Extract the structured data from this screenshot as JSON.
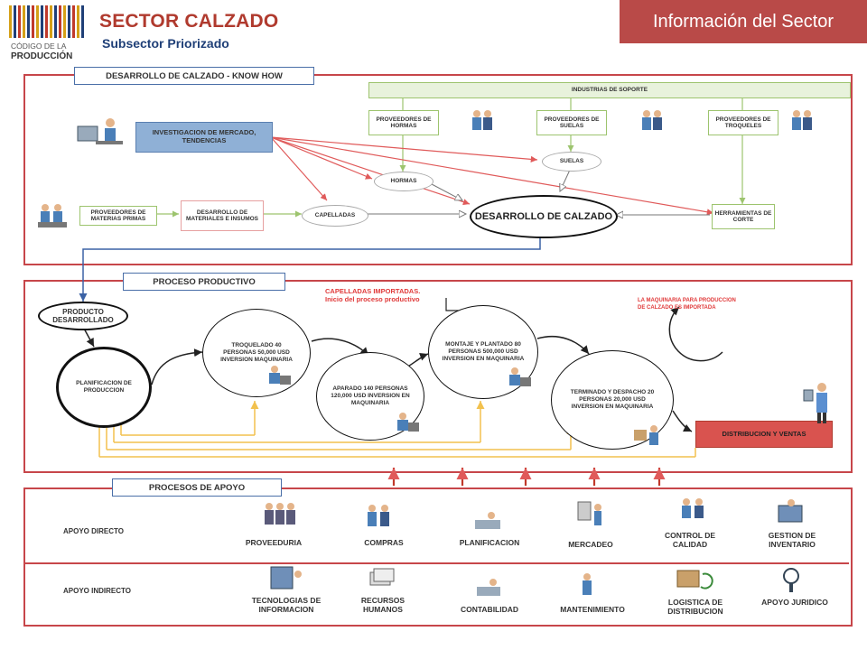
{
  "header": {
    "title": "SECTOR CALZADO",
    "subtitle": "Subsector Priorizado",
    "tab": "Información del Sector",
    "logo": {
      "line1": "CÓDIGO DE LA",
      "line2": "PRODUCCIÓN"
    }
  },
  "knowhow": {
    "header": "DESARROLLO DE CALZADO - KNOW HOW",
    "soporte": "INDUSTRIAS DE SOPORTE",
    "prov_hormas": "PROVEEDORES DE HORMAS",
    "prov_suelas": "PROVEEDORES DE SUELAS",
    "prov_troqueles": "PROVEEDORES DE TROQUELES",
    "investigacion": "INVESTIGACION DE MERCADO, TENDENCIAS",
    "suelas": "SUELAS",
    "hormas": "HORMAS",
    "prov_materias": "PROVEEDORES DE MATERIAS PRIMAS",
    "desarrollo_materiales": "DESARROLLO DE MATERIALES E INSUMOS",
    "capelladas": "CAPELLADAS",
    "desarrollo_calzado": "DESARROLLO DE CALZADO",
    "herramientas": "HERRAMIENTAS DE CORTE"
  },
  "proceso": {
    "header": "PROCESO PRODUCTIVO",
    "capelladas_importadas": "CAPELLADAS IMPORTADAS.",
    "inicio": "Inicio del proceso productivo",
    "maquinaria_note": "LA MAQUINARIA PARA PRODUCCION DE CALZADO ES IMPORTADA",
    "producto": "PRODUCTO DESARROLLADO",
    "planificacion": "PLANIFICACION DE PRODUCCION",
    "troquelado": "TROQUELADO 40 PERSONAS 50,000 USD INVERSION MAQUINARIA",
    "aparado": "APARADO 140 PERSONAS 120,000 USD INVERSION EN MAQUINARIA",
    "montaje": "MONTAJE Y PLANTADO 80 PERSONAS 500,000 USD INVERSION EN MAQUINARIA",
    "terminado": "TERMINADO Y DESPACHO 20 PERSONAS 20,000 USD INVERSION EN MAQUINARIA",
    "distribucion": "DISTRIBUCION Y VENTAS"
  },
  "apoyo": {
    "header": "PROCESOS DE APOYO",
    "directo": "APOYO DIRECTO",
    "indirecto": "APOYO INDIRECTO",
    "directo_items": [
      "PROVEEDURIA",
      "COMPRAS",
      "PLANIFICACION",
      "MERCADEO",
      "CONTROL DE CALIDAD",
      "GESTION DE INVENTARIO"
    ],
    "indirecto_items": [
      "TECNOLOGIAS DE INFORMACION",
      "RECURSOS HUMANOS",
      "CONTABILIDAD",
      "MANTENIMIENTO",
      "LOGISTICA DE DISTRIBUCION",
      "APOYO JURIDICO"
    ]
  },
  "colors": {
    "brand_red": "#b94a48",
    "panel_border": "#c7464a",
    "header_blue": "#4a6fa8",
    "green": "#9dc46e",
    "orange_line": "#f2c14e",
    "red_arrow": "#c0392b",
    "inv_box": "#8fb0d6",
    "dist_box": "#d9534f"
  }
}
